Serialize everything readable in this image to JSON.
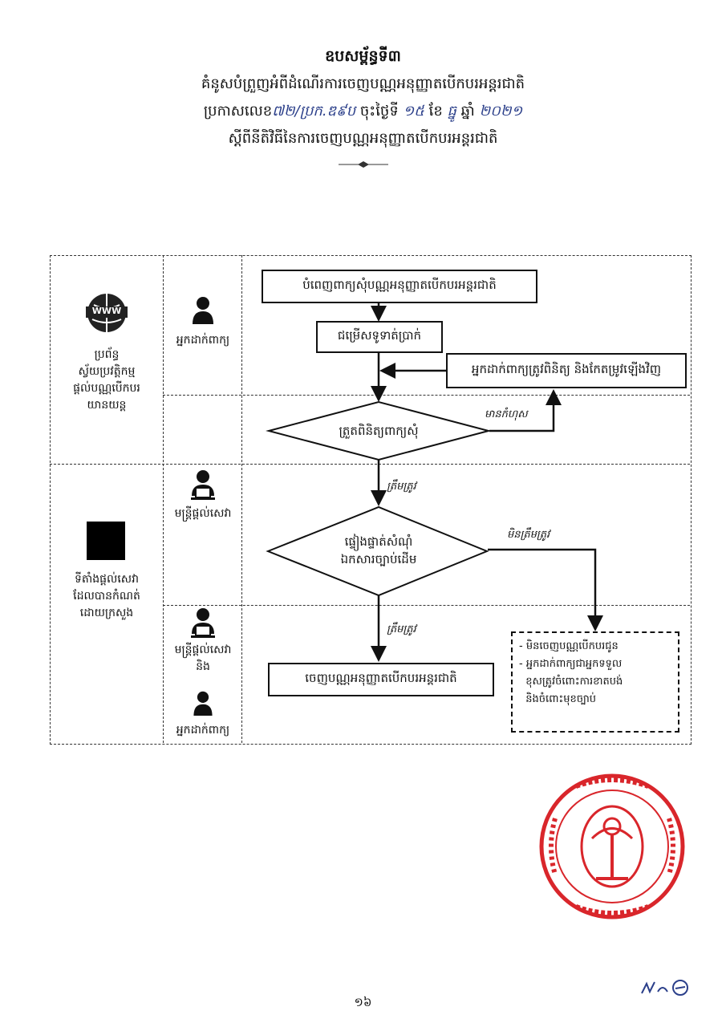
{
  "header": {
    "annex": "ឧបសម្ព័ន្ធទី៣",
    "line1": "គំនូសបំព្រួញអំពីដំណើរការចេញបណ្ណអនុញ្ញាតបើកបរអន្តរជាតិ",
    "line2_prefix": "ប្រកាសលេខ",
    "line2_ref": "៧២/ប្រក.ឌ៩ប",
    "line2_mid": "ចុះថ្ងៃទី",
    "line2_day": "១៥",
    "line2_month_lbl": "ខែ",
    "line2_month": "ធ្នូ",
    "line2_year_lbl": "ឆ្នាំ",
    "line2_year": "២០២១",
    "line3": "ស្តីពីនីតិវិធីនៃការចេញបណ្ណអនុញ្ញាតបើកបរអន្តរជាតិ"
  },
  "lanes": {
    "system_label": "ប្រព័ន្ធ\nស្វ័យប្រវត្តិកម្ម\nផ្តល់បណ្ណបើកបរ\nយានយន្ត",
    "www_text": "WWW",
    "office_label": "ទីតាំងផ្តល់សេវា\nដែលបានកំណត់\nដោយក្រសួង",
    "applicant": "អ្នកដាក់ពាក្យ",
    "officer": "មន្ត្រីផ្តល់សេវា",
    "officer_and": "មន្ត្រីផ្តល់សេវា\nនិង",
    "applicant2": "អ្នកដាក់ពាក្យ"
  },
  "flow": {
    "fill_form": "បំពេញពាក្យសុំបណ្ណអនុញ្ញាតបើកបរអន្តរជាតិ",
    "choose_payment": "ជម្រើសទូទាត់ប្រាក់",
    "fix_again": "អ្នកដាក់ពាក្យត្រូវពិនិត្យ និងកែតម្រូវឡើងវិញ",
    "check_application": "ត្រួតពិនិត្យពាក្យសុំ",
    "verify_docs": "ផ្ទៀងផ្ទាត់សំណុំ\nឯកសារច្បាប់ដើម",
    "issue_license": "ចេញបណ្ណអនុញ្ញាតបើកបរអន្តរជាតិ",
    "has_error": "មានកំហុស",
    "correct1": "ត្រឹមត្រូវ",
    "correct2": "ត្រឹមត្រូវ",
    "incorrect": "មិនត្រឹមត្រូវ",
    "note1": "- មិនចេញបណ្ណបើកបរជូន",
    "note2": "- អ្នកដាក់ពាក្យជាអ្នកទទួល\n  ខុសត្រូវចំពោះការខាតបង់\n  និងចំពោះមុខច្បាប់"
  },
  "footer": {
    "page_number": "១៦"
  },
  "colors": {
    "stamp": "#d9262b",
    "ink": "#2b3f8a",
    "line": "#111111"
  }
}
